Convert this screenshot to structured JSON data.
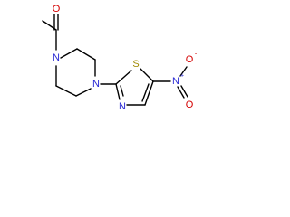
{
  "atoms": {
    "carbonyl_o": {
      "label": "O",
      "color": "#d40000"
    },
    "piperazine_n1": {
      "label": "N",
      "color": "#2929d4"
    },
    "piperazine_n4": {
      "label": "N",
      "color": "#2929d4"
    },
    "thiazole_s": {
      "label": "S",
      "color": "#a08a00"
    },
    "thiazole_n": {
      "label": "N",
      "color": "#2929d4"
    },
    "nitro_n": {
      "label": "N",
      "color": "#2929d4",
      "charge": "+"
    },
    "nitro_o_top": {
      "label": "O",
      "color": "#d40000",
      "charge": "-"
    },
    "nitro_o_bottom": {
      "label": "O",
      "color": "#d40000"
    }
  }
}
